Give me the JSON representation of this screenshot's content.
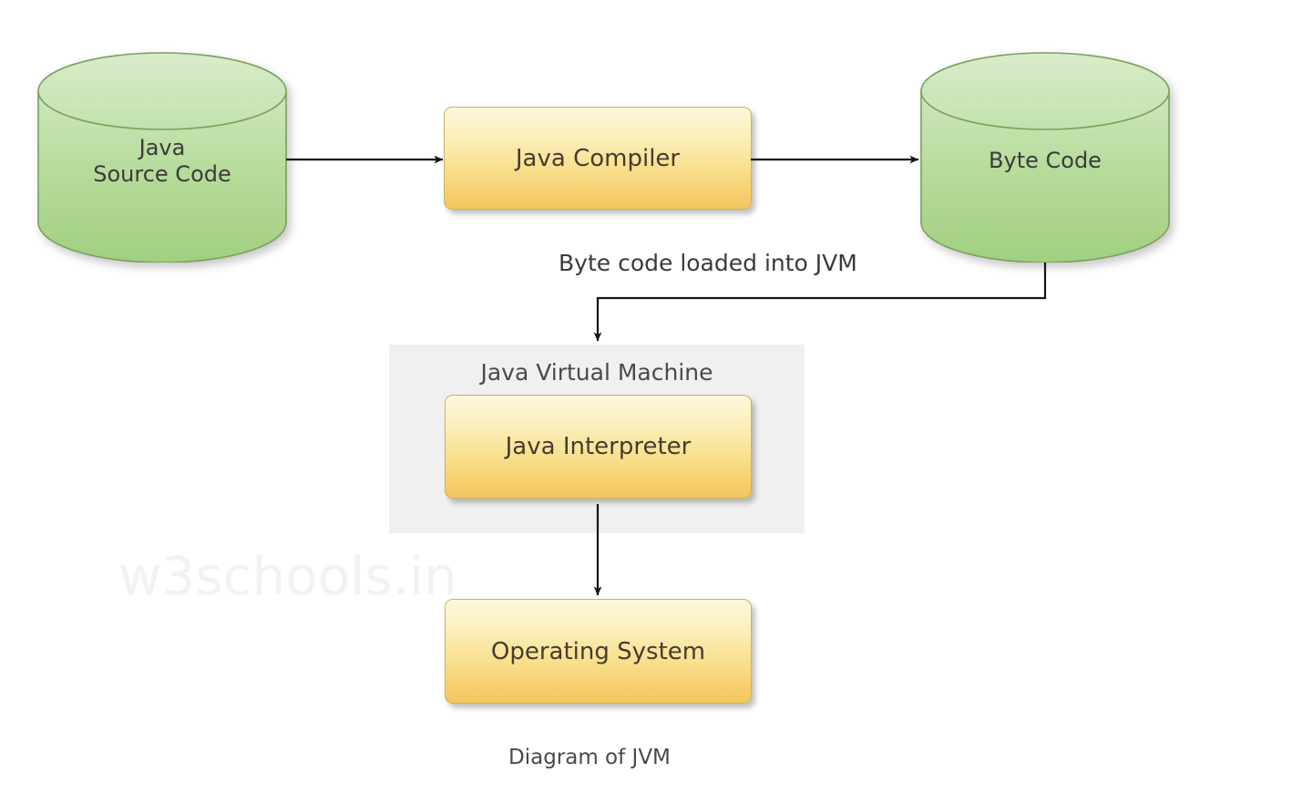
{
  "diagram": {
    "caption": "Diagram of JVM",
    "watermark": "w3schools.in",
    "colors": {
      "cylinder_fill_light": "#cfe6bd",
      "cylinder_fill_dark": "#a5d184",
      "cylinder_stroke": "#7ba05b",
      "box_fill_top": "#fdf8dc",
      "box_fill_bottom": "#f3c75f",
      "box_stroke": "#cbb45e",
      "container_fill": "#f0f0f0",
      "connector_stroke": "#1a1a1a",
      "text_dark": "#3b3b3b",
      "text_box": "#463c2c",
      "watermark_color": "#f2f2f2"
    },
    "nodes": {
      "source_code": {
        "label": "Java\nSource Code",
        "shape": "cylinder"
      },
      "compiler": {
        "label": "Java Compiler",
        "shape": "rounded-rect"
      },
      "byte_code": {
        "label": "Byte Code",
        "shape": "cylinder"
      },
      "jvm_container": {
        "label": "Java Virtual Machine",
        "shape": "container"
      },
      "interpreter": {
        "label": "Java Interpreter",
        "shape": "rounded-rect"
      },
      "operating_system": {
        "label": "Operating System",
        "shape": "rounded-rect"
      }
    },
    "edges": {
      "source_to_compiler": {
        "label": ""
      },
      "compiler_to_bytecode": {
        "label": ""
      },
      "bytecode_to_jvm": {
        "label": "Byte code loaded into JVM"
      },
      "interpreter_to_os": {
        "label": ""
      }
    }
  }
}
